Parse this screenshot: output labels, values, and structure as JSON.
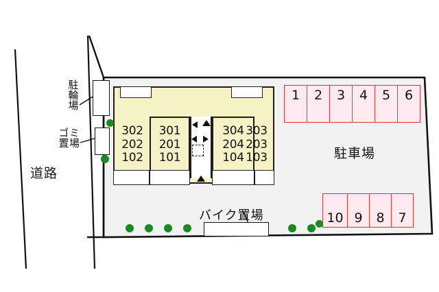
{
  "plan": {
    "road_label": "道路",
    "parking_label": "駐車場",
    "bicycle_label": "駐輪場",
    "garbage_label_col1": "ゴ置",
    "garbage_label_col2": "ミ場",
    "bike_label": "バイク置場"
  },
  "building": {
    "units": [
      {
        "name": "unit-column-302",
        "nums": "302\n202\n102"
      },
      {
        "name": "unit-column-301",
        "nums": "301\n201\n101"
      },
      {
        "name": "unit-column-304",
        "nums": "304\n204\n104"
      },
      {
        "name": "unit-column-303",
        "nums": "303\n203\n103"
      }
    ]
  },
  "parking": {
    "top_row": [
      "1",
      "2",
      "3",
      "4",
      "5",
      "6"
    ],
    "bottom_row": [
      "10",
      "9",
      "8",
      "7"
    ]
  },
  "colors": {
    "site_fill": "#f2f2f2",
    "site_stroke": "#111111",
    "building_fill": "#f6f2c8",
    "building_stroke": "#1c1c1c",
    "stall_fill": "#fdeaf0",
    "stall_stroke": "#e3343c",
    "tree_green": "#1a8a22",
    "road_fill": "#ffffff"
  }
}
